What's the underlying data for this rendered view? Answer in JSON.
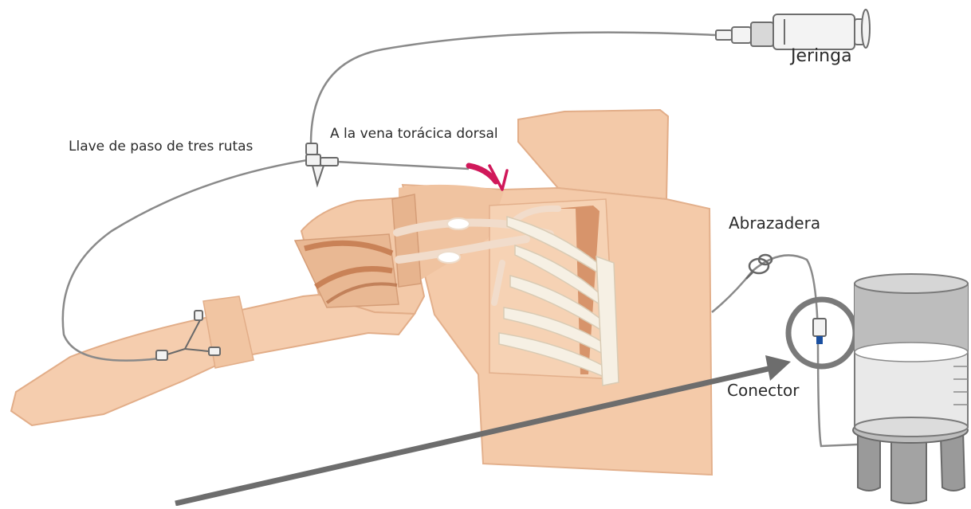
{
  "labels": {
    "syringe": "Jeringa",
    "stopcock": "Llave de paso de tres rutas",
    "vein": "A la vena torácica dorsal",
    "clamp": "Abrazadera",
    "connector": "Conector"
  },
  "colors": {
    "skin": "#f3c9a8",
    "skin_shadow": "#e2ad88",
    "muscle": "#c8825a",
    "rib": "#f6f0e4",
    "tube": "#8a8a8a",
    "vein_red": "#d0185a",
    "arrow": "#6d6d6d",
    "container": "#9a9a9a",
    "liquid": "#eeeeee"
  },
  "icons": [
    "syringe-icon",
    "stopcock-icon",
    "clamp-icon",
    "connector-icon",
    "fluid-container-icon",
    "pointer-arrow-icon"
  ]
}
